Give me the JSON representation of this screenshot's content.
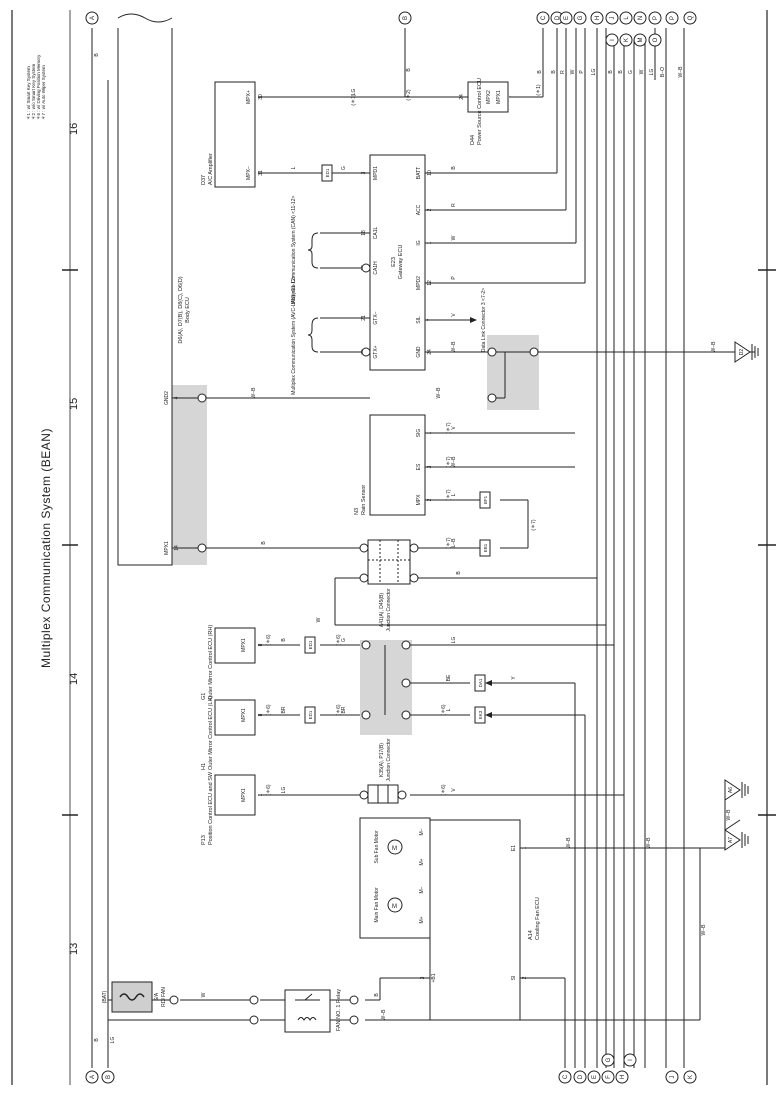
{
  "page": {
    "title": "Multiplex Communication System (BEAN)",
    "section_numbers": [
      "16",
      "15",
      "14",
      "13"
    ]
  },
  "notes": [
    "＊1 : w/ Smart Key System",
    "＊2 : w/o Smart Key System",
    "＊6 : w/ Driving Position Memory",
    "＊7 : w/ Auto Wiper System"
  ],
  "components": {
    "body_ecu": {
      "name": "D6(A), D7(B), D8(C), D6(D)",
      "desc": "Body ECU",
      "pin_gnd2": "GND2",
      "pin_gnd2_num": "4",
      "pin_mpx1": "MPX1",
      "pin_mpx1_num": "14"
    },
    "ac_amplifier": {
      "name": "D37",
      "desc": "A/C Amplifier",
      "pin_top": "MPX+",
      "pin_top_num": "30",
      "pin_bot": "MPX−",
      "pin_bot_num": "31"
    },
    "power_source_ecu": {
      "name": "D44",
      "desc": "Power Source Control ECU",
      "pin1": "MPX2",
      "pin1_num": "24",
      "pin2": "MPX1",
      "pin2_num": "7"
    },
    "gateway_ecu": {
      "name": "E23",
      "desc": "Gateway ECU",
      "pins": [
        "MPD1",
        "BATT",
        "ACC",
        "CA1L",
        "IG",
        "CA1H",
        "MPD2",
        "GTX−",
        "SIL",
        "GTX+",
        "GND"
      ],
      "pin_nums": [
        "3",
        "10",
        "2",
        "18",
        "1",
        "17",
        "12",
        "21",
        "7",
        "20",
        "24"
      ]
    },
    "can_label": "Multiplex Communication System (CAN) <11-12>",
    "avc_label": "Multiplex Communication System (AVC-LAN) <11-12>",
    "dlc_label": "Data Link Connector 3 <7-2>",
    "rain_sensor": {
      "name": "N3",
      "desc": "Rain Sensor",
      "pins": [
        "SIG",
        "ES",
        "MPX"
      ],
      "pin_nums": [
        "1",
        "3",
        "2"
      ]
    },
    "junction_a41": {
      "name": "A41(A), D45(B)",
      "desc": "Junction Connector"
    },
    "mirror_rh": {
      "name": "G1",
      "desc": "Outer Mirror Control ECU (RH)",
      "pin": "MPX1",
      "pin_num": "8"
    },
    "mirror_lh": {
      "name": "H1",
      "desc": "Outer Mirror Control ECU (LH)",
      "pin": "MPX1",
      "pin_num": "8"
    },
    "junction_k35": {
      "name": "K35(A), P17(B)",
      "desc": "Junction Connector"
    },
    "position_sw": {
      "name": "P13",
      "desc": "Position Control ECU and SW",
      "pin": "MPX1",
      "pin_num": "1"
    },
    "cooling_fan_ecu": {
      "name": "A14",
      "desc": "Cooling Fan ECU",
      "pins": [
        "E1",
        "+B1",
        "SI"
      ],
      "pin_nums": [
        "1",
        "3",
        "2"
      ]
    },
    "sub_fan_motor": {
      "desc": "Sub Fan Motor",
      "pins": [
        "M−",
        "M+"
      ]
    },
    "main_fan_motor": {
      "desc": "Main Fan Motor",
      "pins": [
        "M−",
        "M+"
      ]
    },
    "fan_relay": {
      "desc": "FAN NO. 1 Relay"
    },
    "rdi_fan": {
      "name": "S/A",
      "desc": "RDI FAN",
      "bat": "(BAT)"
    }
  },
  "grounds": [
    "D2",
    "A6",
    "A7"
  ],
  "connectors": [
    "ED1",
    "EB1",
    "BF1",
    "EB1",
    "ED1",
    "ED1",
    "BD1",
    "DA1",
    "EK3",
    "EB1",
    "EK4"
  ],
  "wire_colors": [
    "B",
    "LG",
    "L",
    "G",
    "R",
    "W",
    "P",
    "V",
    "W−B",
    "L−B",
    "BE",
    "Y",
    "BR",
    "B−O"
  ],
  "conditions": [
    "(＊1)",
    "(＊2)",
    "(＊6)",
    "(＊7)"
  ],
  "left_terminals": [
    "A",
    "B"
  ],
  "right_terminals_top": [
    "B",
    "C",
    "D",
    "E",
    "F",
    "G",
    "H",
    "I",
    "J",
    "K",
    "L",
    "M",
    "N",
    "O",
    "P",
    "Q"
  ],
  "bottom_terminals": [
    "C",
    "D",
    "E",
    "F",
    "G",
    "H",
    "I",
    "J",
    "K"
  ]
}
